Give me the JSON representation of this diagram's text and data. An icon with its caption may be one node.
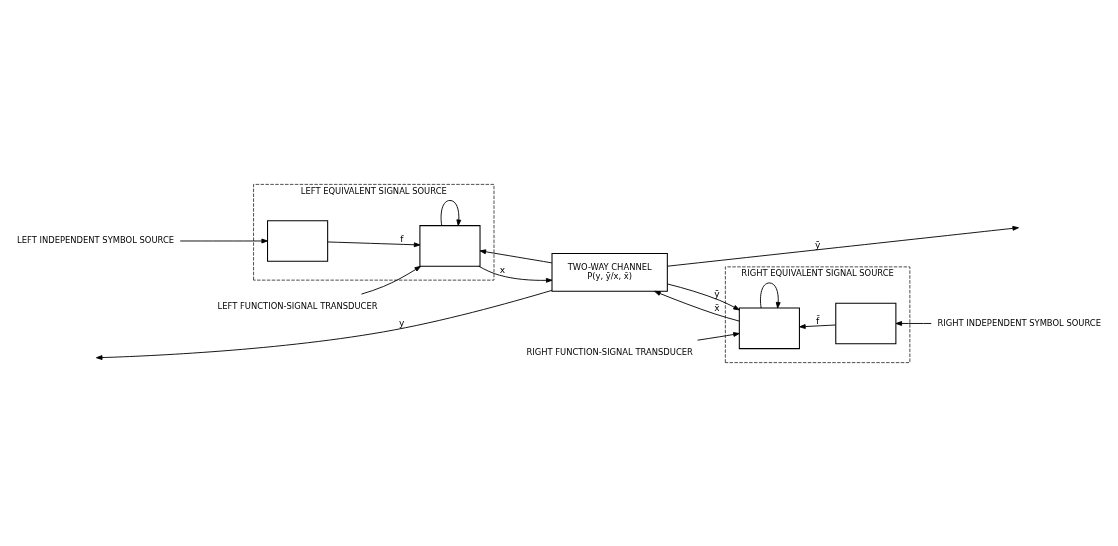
{
  "diagram": {
    "nodes": [
      {
        "text": [
          "LEFT INDEPENDENT SYMBOL SOURCE"
        ]
      },
      {
        "text": [
          "LEFT EQUIVALENT SIGNAL SOURCE"
        ]
      },
      {
        "text": [],
        "shape": "box",
        "in": 1
      },
      {
        "text": [],
        "shape": "box",
        "in": 1
      },
      {
        "text": [
          "LEFT FUNCTION-SIGNAL TRANSDUCER"
        ]
      },
      {
        "text": [
          "TWO-WAY CHANNEL",
          "P(y, ȳ/x, x̄)"
        ]
      },
      {
        "text": [
          "RIGHT INDEPENDENT SYMBOL SOURCE"
        ]
      },
      {
        "text": [
          "RIGHT EQUIVALENT SIGNAL SOURCE"
        ]
      },
      {
        "text": [],
        "shape": "box",
        "in": 7
      },
      {
        "text": [],
        "shape": "box",
        "in": 7
      },
      {
        "text": [
          "RIGHT FUNCTION-SIGNAL TRANSDUCER"
        ]
      }
    ],
    "edges": [
      {
        "from": 0,
        "to": 2,
        "arrow": "to"
      },
      {
        "from": 2,
        "to": 3,
        "arrow": "to",
        "label": "f"
      },
      {
        "from": 3,
        "to": 3,
        "arrow": "to"
      },
      {
        "from": 3,
        "to": 5,
        "arrow": "to",
        "label": "x"
      },
      {
        "from": 5,
        "to": 3,
        "arrow": "to"
      },
      {
        "from": 5,
        "to": null,
        "arrow": "to",
        "label": "y"
      },
      {
        "from": 4,
        "to": 3,
        "arrow": "to"
      },
      {
        "from": 6,
        "to": 9,
        "arrow": "to"
      },
      {
        "from": 5,
        "to": null,
        "arrow": "to",
        "label": "ȳ"
      },
      {
        "from": 5,
        "to": 8,
        "arrow": "to",
        "label": "ȳ"
      },
      {
        "from": 9,
        "to": 8,
        "arrow": "to",
        "label": "f̄"
      },
      {
        "from": 8,
        "to": 8,
        "arrow": "to"
      },
      {
        "from": 8,
        "to": 5,
        "arrow": "to",
        "label": "x̄"
      },
      {
        "from": 10,
        "to": 8,
        "arrow": "to"
      }
    ]
  }
}
